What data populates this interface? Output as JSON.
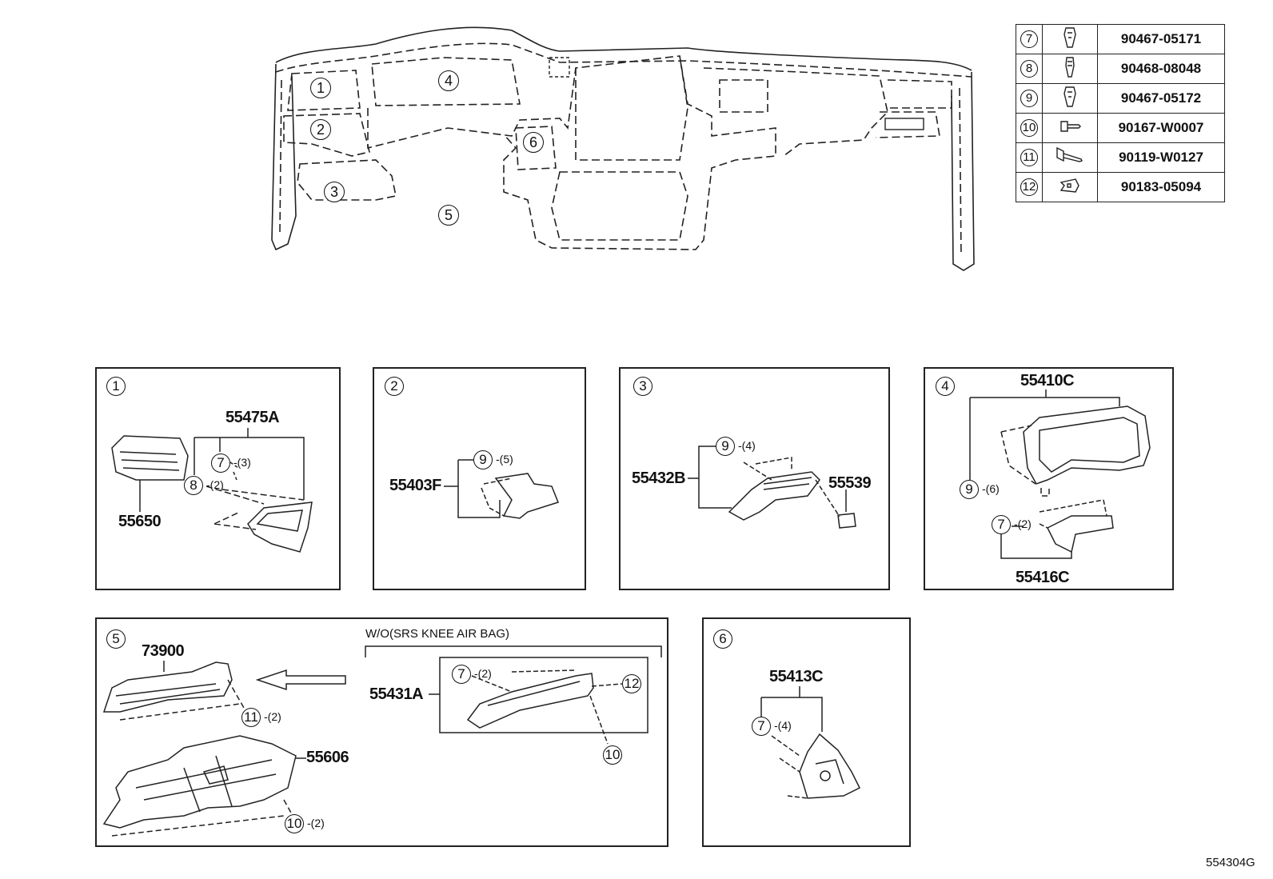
{
  "diagram_code": "554304G",
  "overview": {
    "callouts": [
      "1",
      "2",
      "3",
      "4",
      "5",
      "6"
    ]
  },
  "parts_table": [
    {
      "ref": "7",
      "icon": "clip-icon",
      "part_no": "90467-05171"
    },
    {
      "ref": "8",
      "icon": "clip-icon",
      "part_no": "90468-08048"
    },
    {
      "ref": "9",
      "icon": "clip-icon",
      "part_no": "90467-05172"
    },
    {
      "ref": "10",
      "icon": "screw-icon",
      "part_no": "90167-W0007"
    },
    {
      "ref": "11",
      "icon": "bolt-icon",
      "part_no": "90119-W0127"
    },
    {
      "ref": "12",
      "icon": "nut-clip-icon",
      "part_no": "90183-05094"
    }
  ],
  "panels": {
    "p1": {
      "num": "1",
      "part_a": "55475A",
      "part_b": "55650",
      "c7": "7",
      "q7": "-(3)",
      "c8": "8",
      "q8": "-(2)"
    },
    "p2": {
      "num": "2",
      "part_a": "55403F",
      "c9": "9",
      "q9": "-(5)"
    },
    "p3": {
      "num": "3",
      "part_a": "55432B",
      "part_b": "55539",
      "c9": "9",
      "q9": "-(4)"
    },
    "p4": {
      "num": "4",
      "part_a": "55410C",
      "part_b": "55416C",
      "c9": "9",
      "q9": "-(6)",
      "c7": "7",
      "q7": "-(2)"
    },
    "p5": {
      "num": "5",
      "part_a": "73900",
      "part_b": "55606",
      "part_c": "55431A",
      "note": "W/O(SRS KNEE AIR BAG)",
      "c11": "11",
      "q11": "-(2)",
      "c10": "10",
      "q10": "-(2)",
      "c7": "7",
      "q7": "-(2)",
      "c12": "12",
      "c10b": "10"
    },
    "p6": {
      "num": "6",
      "part_a": "55413C",
      "c7": "7",
      "q7": "-(4)"
    }
  }
}
